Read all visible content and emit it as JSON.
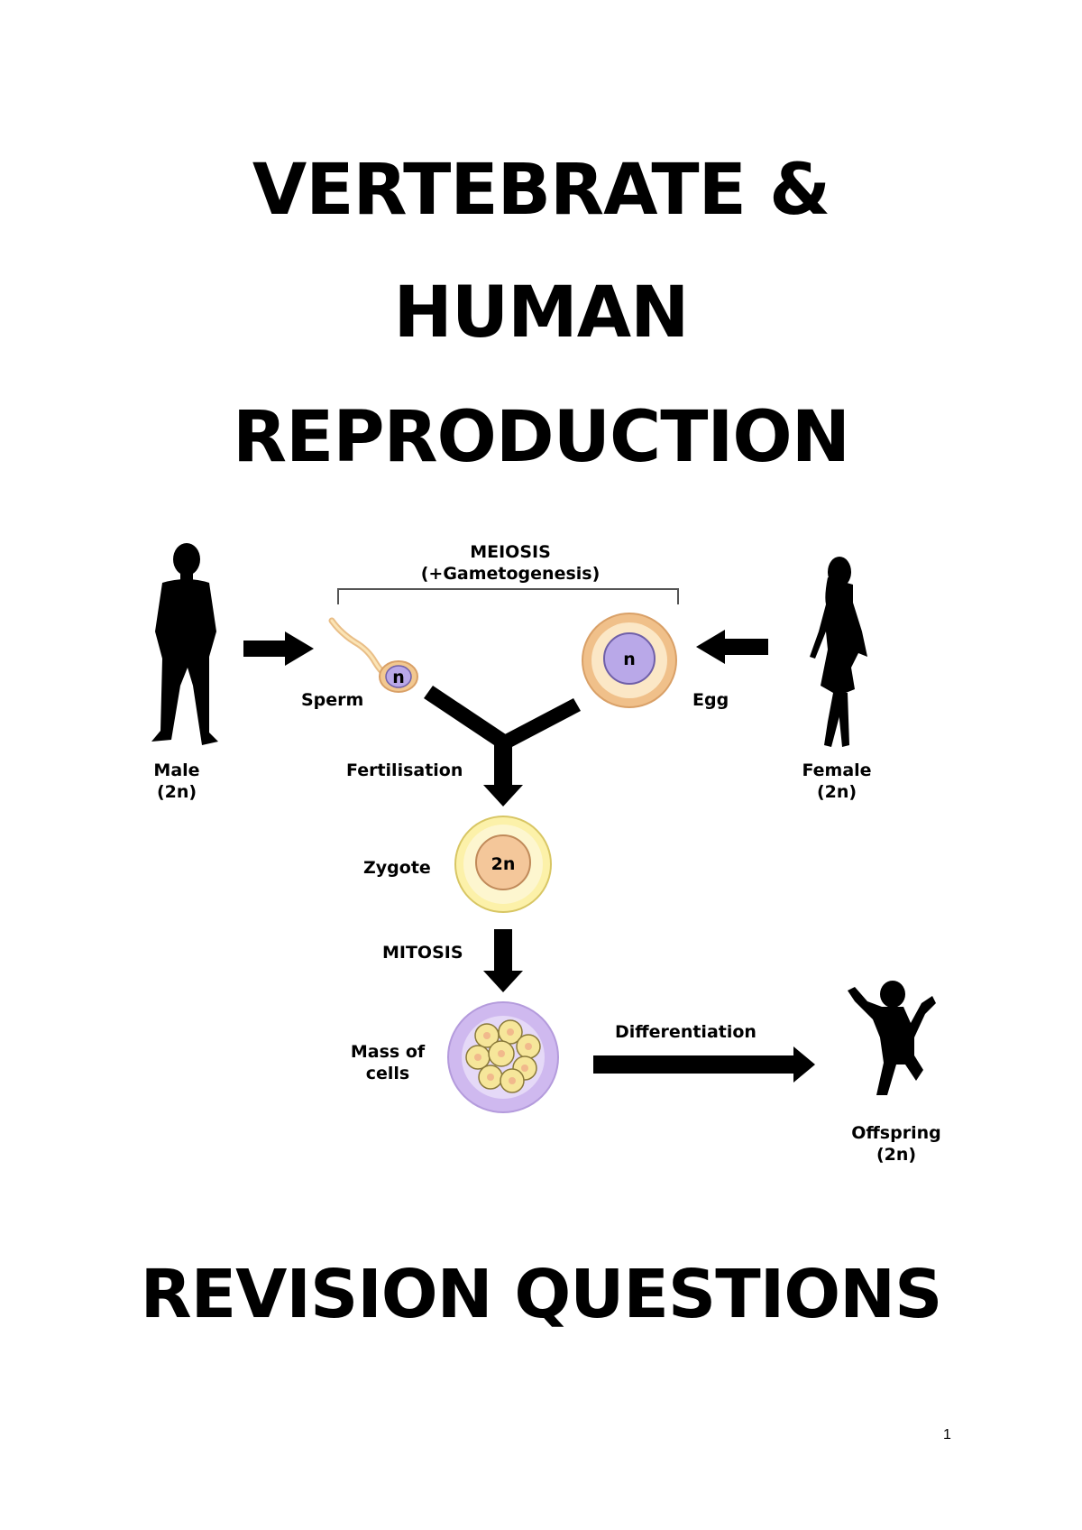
{
  "title": {
    "line1": "VERTEBRATE &",
    "line2": "HUMAN",
    "line3": "REPRODUCTION"
  },
  "diagram": {
    "meiosis": "MEIOSIS",
    "gametogenesis": "(+Gametogenesis)",
    "male": "Male",
    "male_ploidy": "(2n)",
    "female": "Female",
    "female_ploidy": "(2n)",
    "sperm": "Sperm",
    "sperm_nucleus": "n",
    "egg": "Egg",
    "egg_nucleus": "n",
    "fertilisation": "Fertilisation",
    "zygote": "Zygote",
    "zygote_nucleus": "2n",
    "mitosis": "MITOSIS",
    "mass_line1": "Mass of",
    "mass_line2": "cells",
    "differentiation": "Differentiation",
    "offspring": "Offspring",
    "offspring_ploidy": "(2n)"
  },
  "subtitle": "REVISION QUESTIONS",
  "page_number": "1"
}
